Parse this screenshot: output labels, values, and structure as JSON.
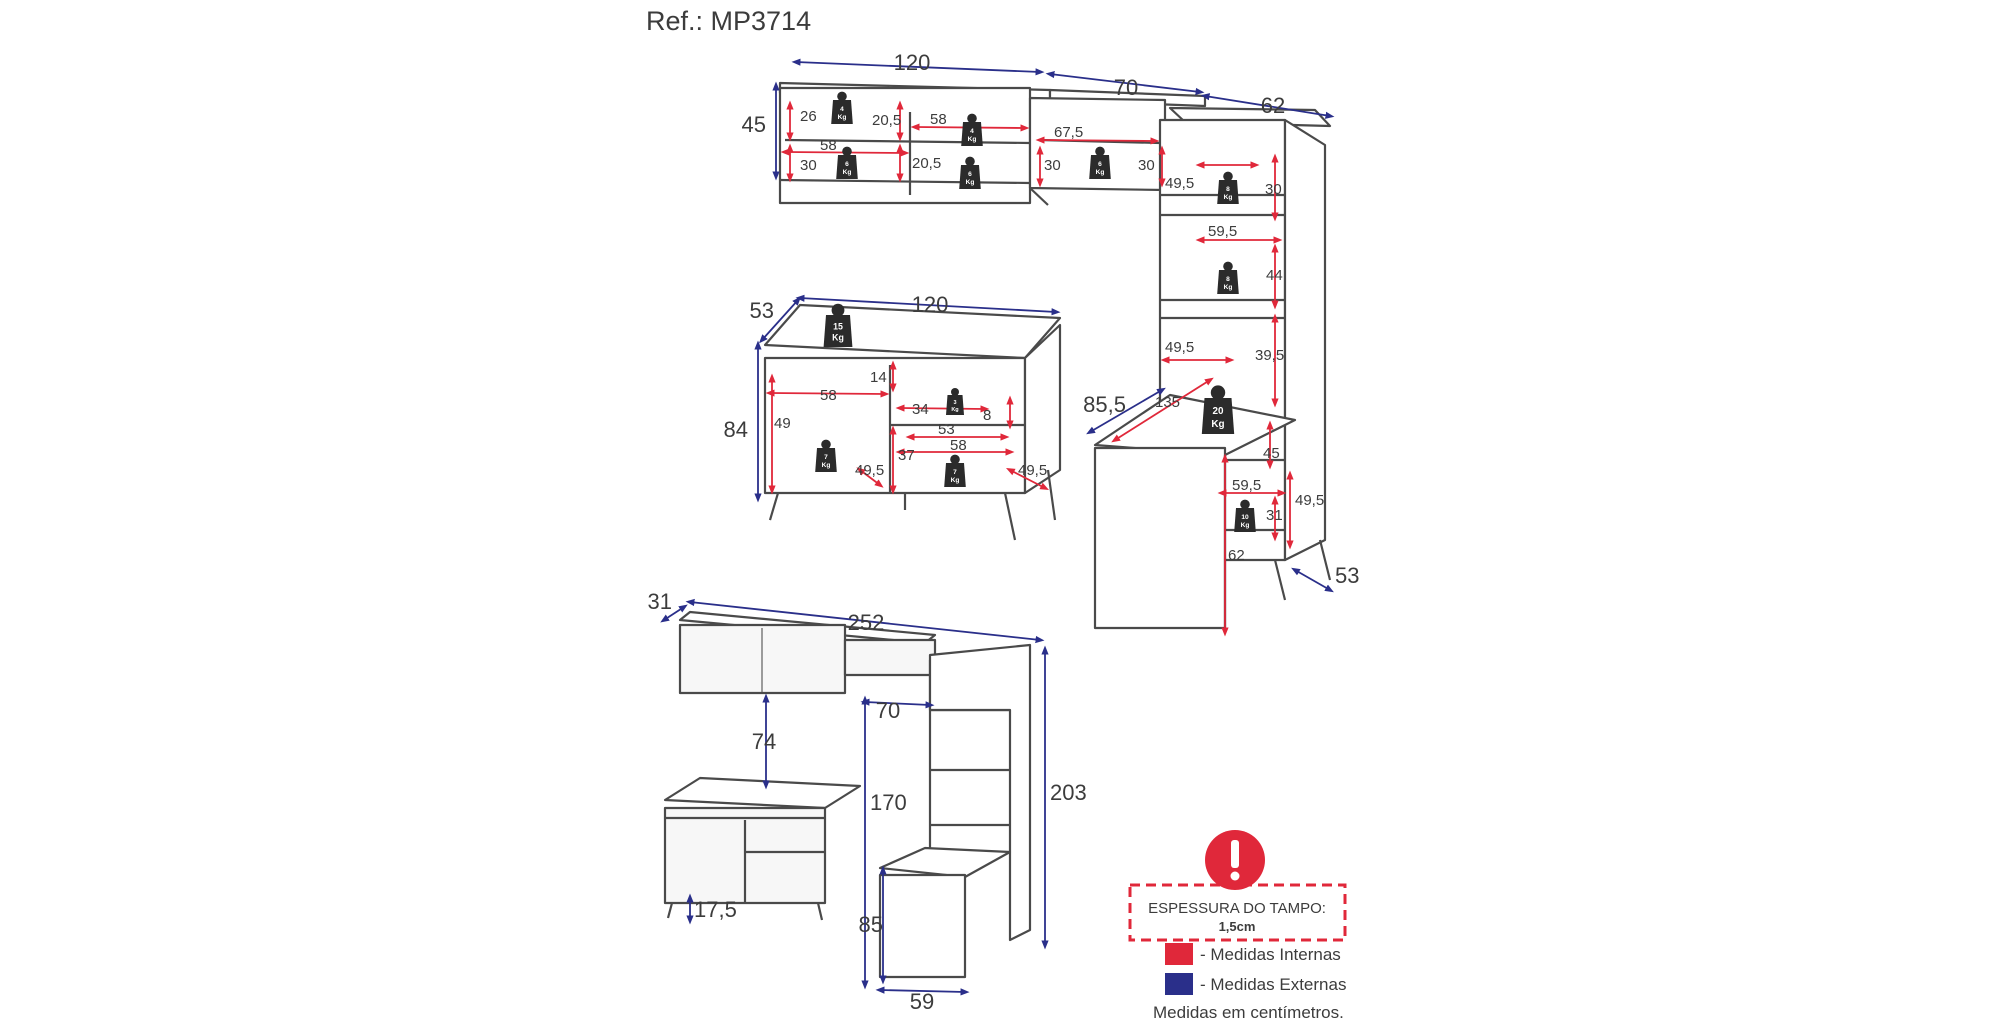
{
  "ref": "Ref.: MP3714",
  "colors": {
    "internal": "#e0283a",
    "external": "#2a2f8a",
    "line": "#4a4a4a"
  },
  "upper": {
    "w1": "120",
    "w2": "70",
    "w3": "62",
    "h": "45",
    "i": [
      "26",
      "20,5",
      "58",
      "67,5",
      "58",
      "30",
      "20,5",
      "30",
      "30"
    ]
  },
  "base": {
    "d": "53",
    "w": "120",
    "h": "84",
    "i": [
      "14",
      "58",
      "34",
      "8",
      "53",
      "49",
      "58",
      "37",
      "49,5",
      "49,5"
    ]
  },
  "tower": {
    "i": [
      "49,5",
      "30",
      "59,5",
      "44",
      "49,5",
      "39,5",
      "135",
      "45",
      "59,5",
      "31",
      "49,5",
      "62"
    ],
    "h": "85,5",
    "d": "53"
  },
  "weights": {
    "w4": "4",
    "w6": "6",
    "w8": "8",
    "w15": "15",
    "w3": "3",
    "w7": "7",
    "w20": "20",
    "w10": "10",
    "kg": "Kg"
  },
  "front": {
    "d": "31",
    "w": "252",
    "gap": "74",
    "w70": "70",
    "h170": "170",
    "h203": "203",
    "leg": "17,5",
    "h85": "85",
    "w59": "59"
  },
  "note": {
    "title": "ESPESSURA DO TAMPO:",
    "value": "1,5cm"
  },
  "legend": [
    {
      "label": "- Medidas Internas",
      "color": "#e0283a"
    },
    {
      "label": "- Medidas Externas",
      "color": "#2a2f8a"
    }
  ],
  "footer": "Medidas em centímetros."
}
